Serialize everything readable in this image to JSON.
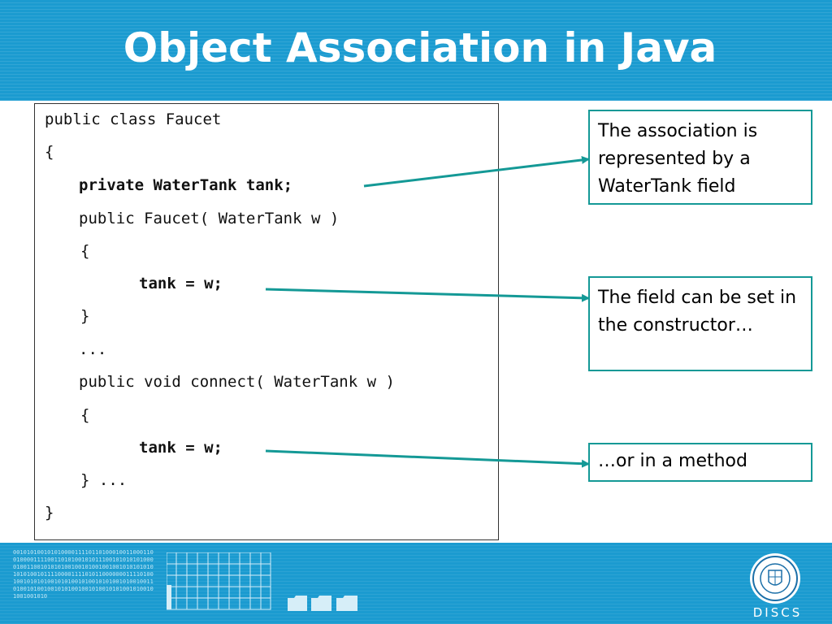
{
  "slide": {
    "title": "Object Association in Java"
  },
  "code": {
    "lines": [
      "public class Faucet",
      "{",
      "private WaterTank tank;",
      "public Faucet( WaterTank w )",
      "{",
      "tank = w;",
      "}",
      "...",
      "public void connect( WaterTank w )",
      "{",
      "tank = w;",
      "} ...",
      "}"
    ]
  },
  "callouts": {
    "field": "The association is represented by a WaterTank field",
    "constructor": "The field can be set in the constructor…",
    "method": "…or in a method"
  },
  "footer": {
    "binary_text": "0010101001010100001111011010001001100011001000011110011010100101011100101010101000010011001010101001001010010010010101010101010100101111000011110101100000001111010010010101010010101001010010101001010010011010010100100101010010010100101010010100101001001010",
    "brand": "DISCS"
  },
  "colors": {
    "header_bg": "#1b9bd0",
    "callout_border": "#149996",
    "arrow": "#149996"
  }
}
